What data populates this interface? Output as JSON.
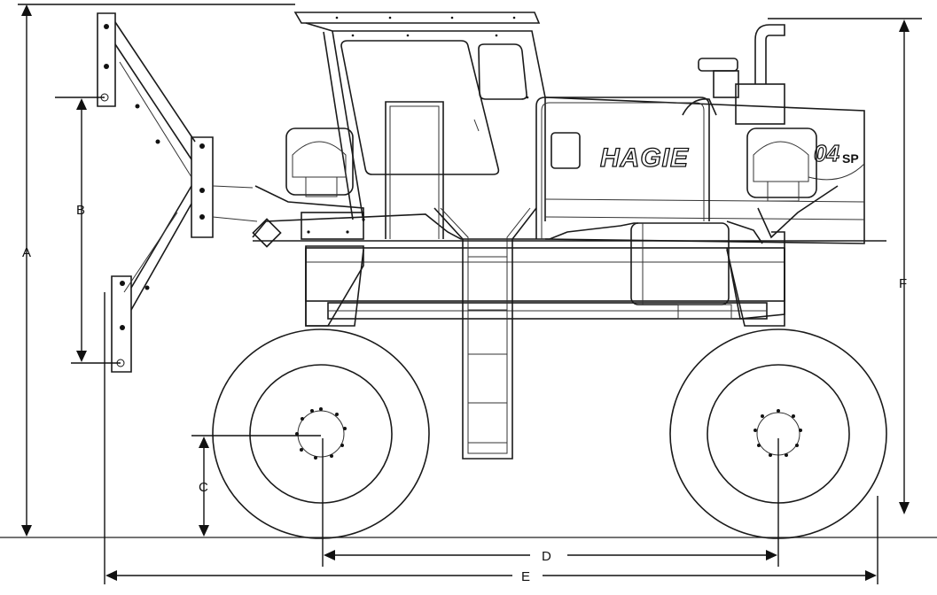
{
  "labels": {
    "a": "A",
    "b": "B",
    "c": "C",
    "d": "D",
    "e": "E",
    "f": "F"
  },
  "brand": {
    "name": "HAGIE",
    "model_number": "04",
    "model_suffix": "SP"
  },
  "colors": {
    "line": "#1a1a1a",
    "background": "#ffffff"
  }
}
